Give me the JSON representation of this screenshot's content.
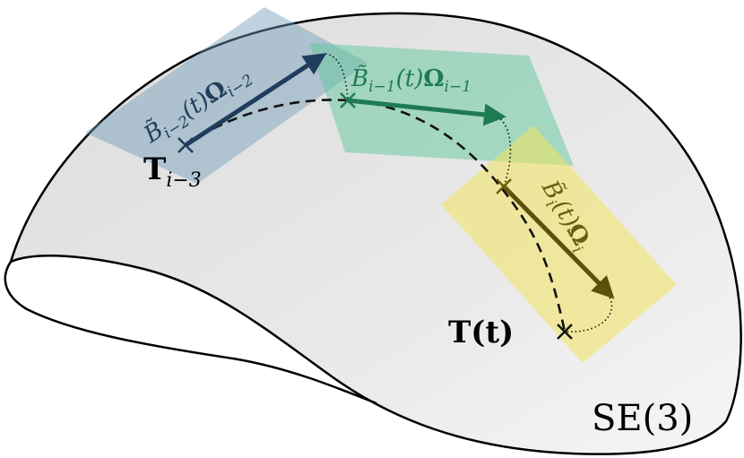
{
  "manifold_label": "SE(3)",
  "points": {
    "start_label": "T",
    "start_subscript": "i−3",
    "end_label": "T(t)"
  },
  "segments": [
    {
      "label_main": "B̃",
      "label_sub": "i−2",
      "label_mid": "(t)",
      "label_omega": "Ω",
      "label_omega_sub": "i−2",
      "color": "#1f3d5c",
      "tile_color": "#6f9bb8"
    },
    {
      "label_main": "B̃",
      "label_sub": "i−1",
      "label_mid": "(t)",
      "label_omega": "Ω",
      "label_omega_sub": "i−1",
      "color": "#1e7a52",
      "tile_color": "#62c79c"
    },
    {
      "label_main": "B̃",
      "label_sub": "i",
      "label_mid": "(t)",
      "label_omega": "Ω",
      "label_omega_sub": "i",
      "color": "#6b5d0c",
      "tile_color": "#f2e35c"
    }
  ]
}
